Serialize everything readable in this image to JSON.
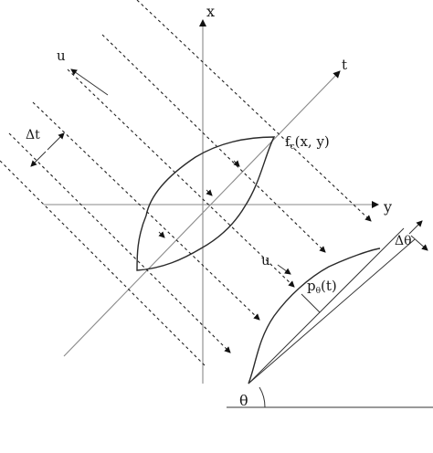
{
  "labels": {
    "axis_x": "x",
    "axis_y": "y",
    "axis_t": "t",
    "u_top": "u",
    "u_bottom": "u",
    "delta_t": "Δt",
    "object_fn": "f",
    "object_sub": "c",
    "object_args": "(x, y)",
    "projection_p": "p",
    "projection_sub": "θ",
    "projection_args": "(t)",
    "delta_theta": "Δθ",
    "theta": "θ"
  }
}
